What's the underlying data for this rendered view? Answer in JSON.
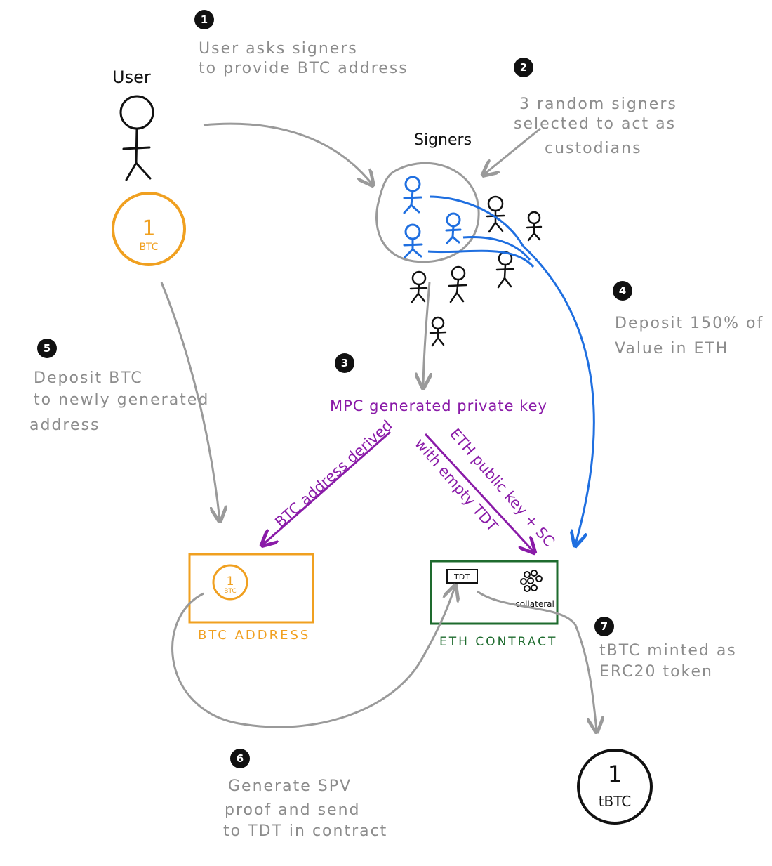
{
  "colors": {
    "gray": "#9a9a9a",
    "orange": "#f0a020",
    "blue": "#1f6fe0",
    "purple": "#8a1ba8",
    "green": "#1e6b2e",
    "black": "#111111"
  },
  "actors": {
    "user_label": "User",
    "signers_label": "Signers"
  },
  "steps": [
    {
      "num": "1",
      "lines": [
        "User asks signers",
        "to provide BTC address"
      ]
    },
    {
      "num": "2",
      "lines": [
        "3 random signers",
        "selected to act as",
        "custodians"
      ]
    },
    {
      "num": "3",
      "lines": [
        "MPC generated private key"
      ]
    },
    {
      "num": "4",
      "lines": [
        "Deposit 150% of",
        "Value in ETH"
      ]
    },
    {
      "num": "5",
      "lines": [
        "Deposit BTC",
        "to newly generated",
        "address"
      ]
    },
    {
      "num": "6",
      "lines": [
        "Generate SPV",
        "proof and send",
        "to TDT in contract"
      ]
    },
    {
      "num": "7",
      "lines": [
        "tBTC minted as",
        "ERC20 token"
      ]
    }
  ],
  "coins": {
    "user_coin_amount": "1",
    "user_coin_unit": "BTC",
    "box_coin_amount": "1",
    "box_coin_unit": "BTC",
    "tbtc_amount": "1",
    "tbtc_unit": "tBTC"
  },
  "arrow_labels": {
    "btc_derived": "BTC address derived",
    "eth_key_line1": "ETH public key + SC",
    "eth_key_line2": "with empty TDT"
  },
  "boxes": {
    "btc_address_label": "BTC ADDRESS",
    "eth_contract_label": "ETH CONTRACT",
    "tdt_label": "TDT",
    "collateral_label": "collateral"
  }
}
